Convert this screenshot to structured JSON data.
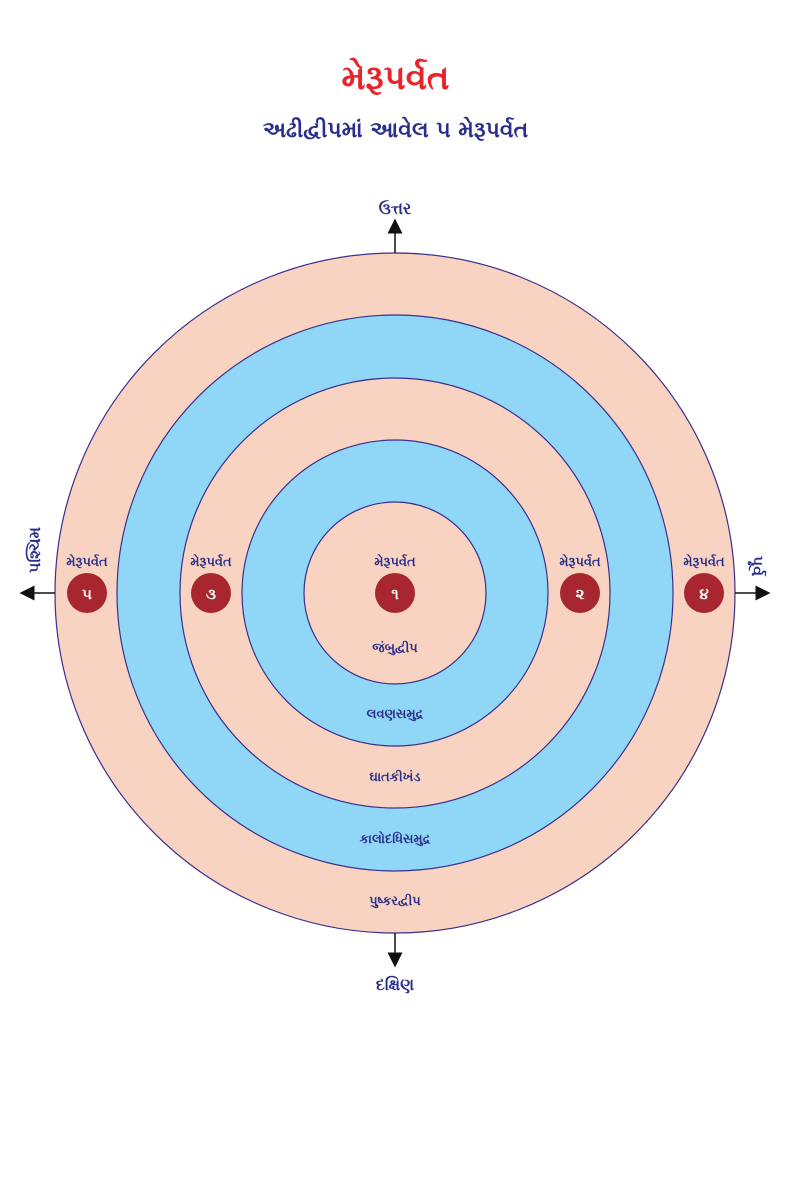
{
  "title": "મેરૂપર્વત",
  "subtitle": "અઢીદ્વીપમાં આવેલ ૫ મેરૂપર્વત",
  "directions": {
    "north": "ઉત્તર",
    "south": "દક્ષિણ",
    "east": "પૂર્વ",
    "west": "પશ્ચિમ"
  },
  "rings": [
    {
      "name": "પુષ્કરદ્વીપ",
      "color": "#f9d3c1"
    },
    {
      "name": "કાલોદધિસમુદ્ર",
      "color": "#90d7f7"
    },
    {
      "name": "ઘાતકીખંડ",
      "color": "#f9d3c1"
    },
    {
      "name": "લવણસમુદ્ર",
      "color": "#90d7f7"
    },
    {
      "name": "જંબુદ્વીપ",
      "color": "#f9d3c1"
    }
  ],
  "mountains": [
    {
      "label": "મેરૂપર્વત",
      "number": "૫"
    },
    {
      "label": "મેરૂપર્વત",
      "number": "૩"
    },
    {
      "label": "મેરૂપર્વત",
      "number": "૧"
    },
    {
      "label": "મેરૂપર્વત",
      "number": "૨"
    },
    {
      "label": "મેરૂપર્વત",
      "number": "૪"
    }
  ],
  "colors": {
    "title": "#e8242a",
    "text": "#2a2f8a",
    "mountain": "#a8262f",
    "ring_stroke": "#3a2f8c"
  }
}
